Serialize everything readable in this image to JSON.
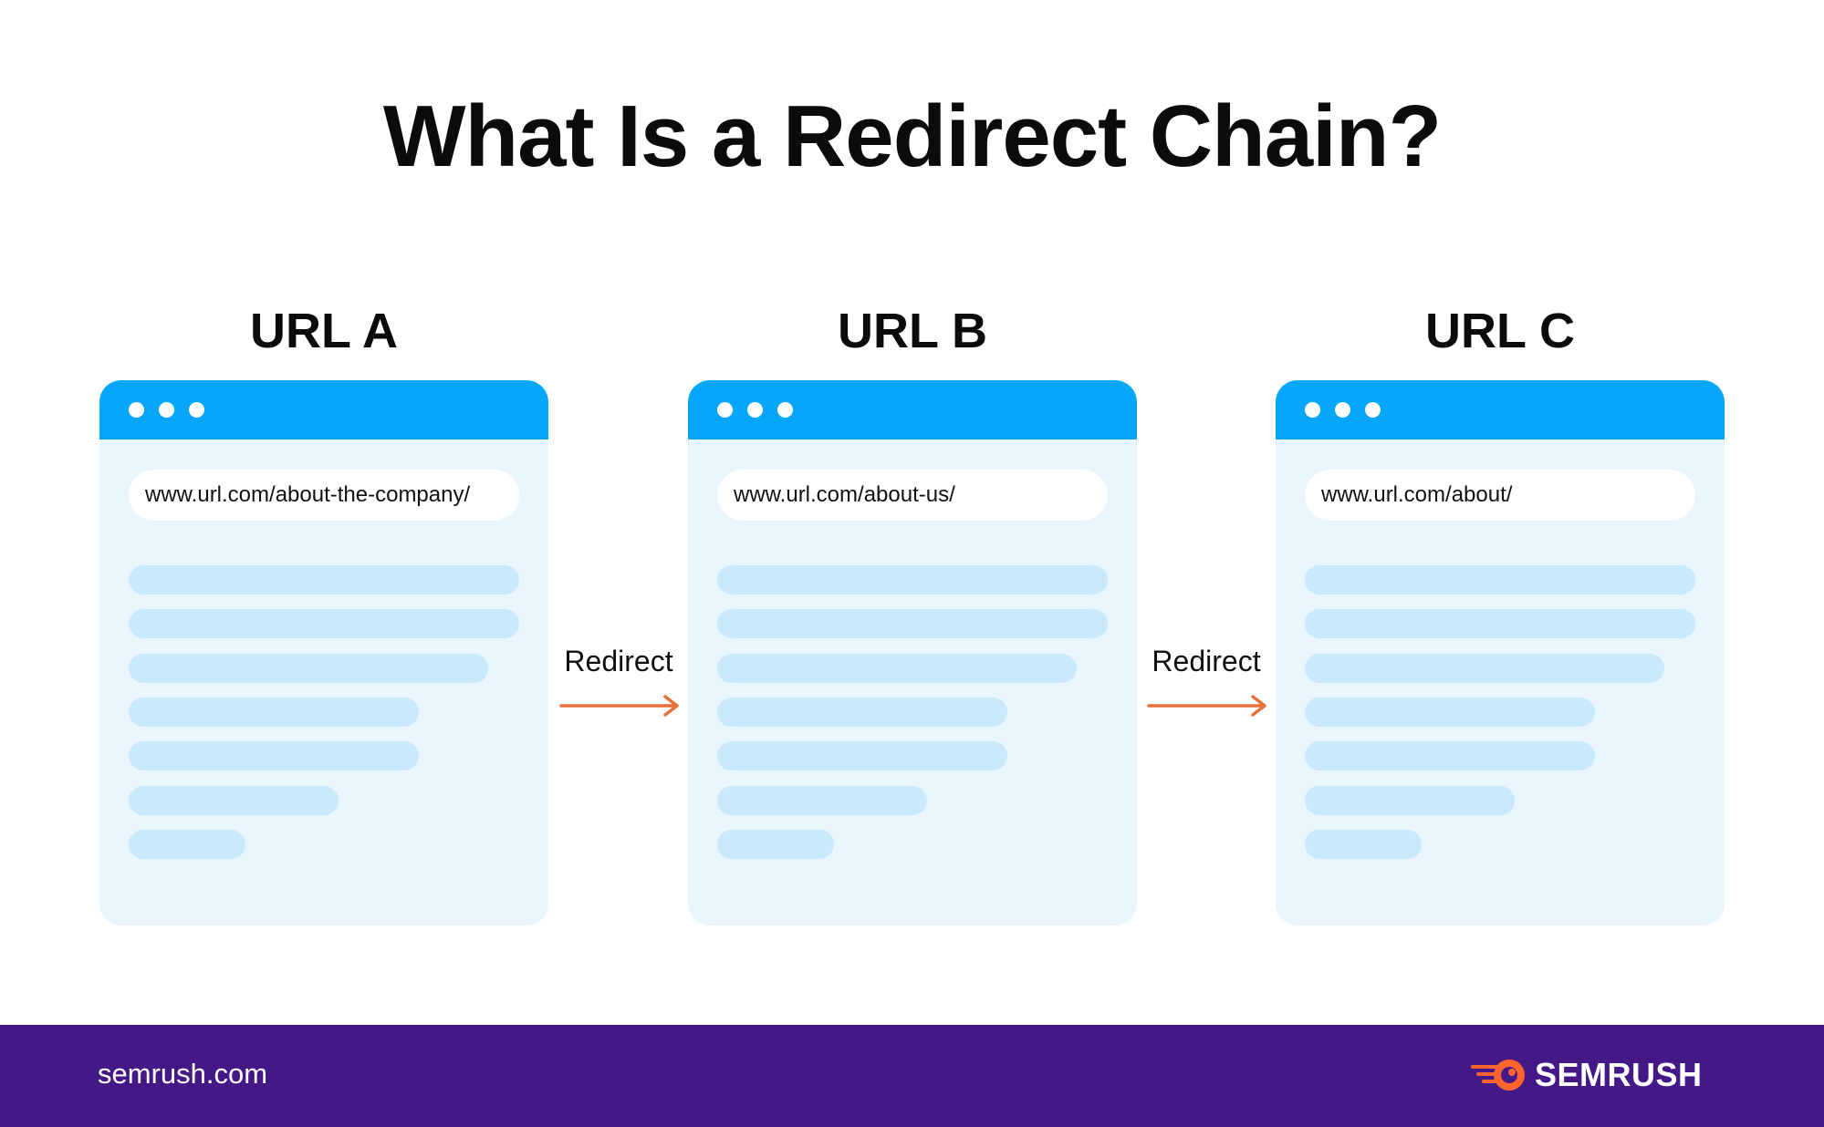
{
  "title": "What Is a Redirect Chain?",
  "colors": {
    "header_bar": "#06a7fb",
    "window_body": "#eaf6fe",
    "placeholder_line": "#c9e9fd",
    "arrow": "#e8703a",
    "footer": "#441887",
    "logo_accent": "#ff642d"
  },
  "pages": [
    {
      "heading": "URL A",
      "url": "www.url.com/about-the-company/"
    },
    {
      "heading": "URL B",
      "url": "www.url.com/about-us/"
    },
    {
      "heading": "URL C",
      "url": "www.url.com/about/"
    }
  ],
  "redirects": [
    {
      "label": "Redirect"
    },
    {
      "label": "Redirect"
    }
  ],
  "footer": {
    "domain": "semrush.com",
    "brand": "SEMRUSH",
    "logo_icon": "semrush-flame-icon"
  }
}
